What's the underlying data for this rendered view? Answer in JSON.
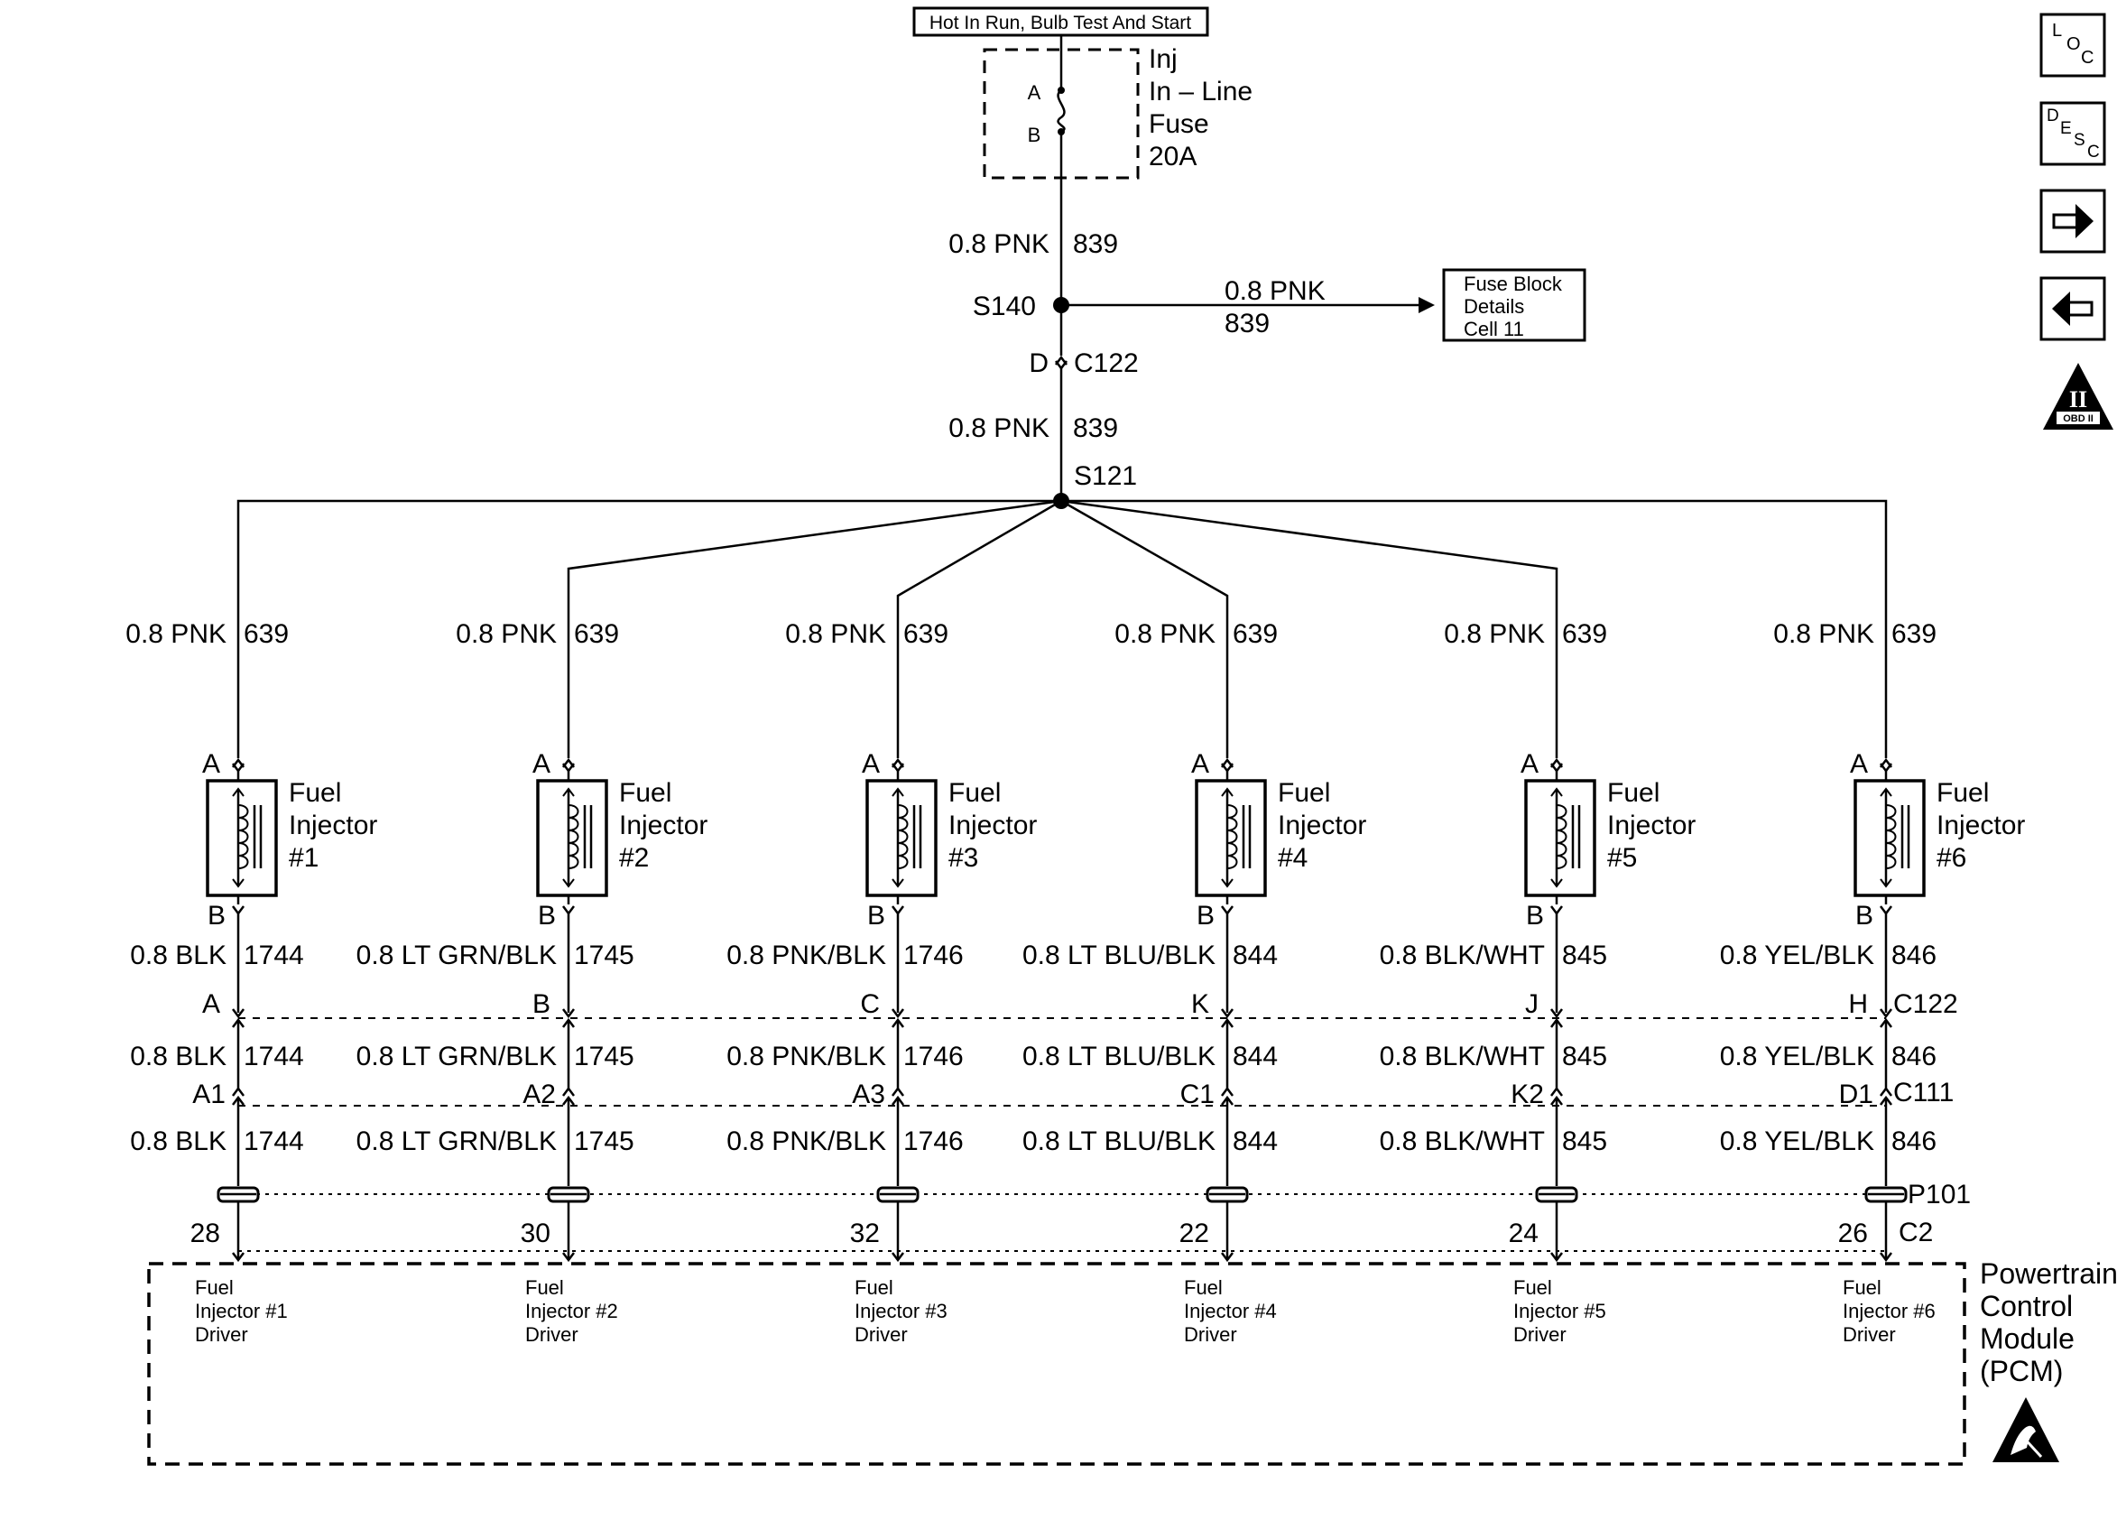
{
  "power_source": "Hot In Run, Bulb Test And Start",
  "fuse": {
    "pins": [
      "A",
      "B"
    ],
    "lines": [
      "Inj",
      "In – Line",
      "Fuse",
      "20A"
    ]
  },
  "trunk": {
    "wire_top": {
      "gauge_color": "0.8 PNK",
      "circuit": "839"
    },
    "splice_s140": "S140",
    "branch": {
      "gauge_color": "0.8 PNK",
      "circuit": "839",
      "dest_lines": [
        "Fuse Block",
        "Details",
        "Cell 11"
      ]
    },
    "c122_pin": "D",
    "c122_name": "C122",
    "wire_mid": {
      "gauge_color": "0.8 PNK",
      "circuit": "839"
    },
    "splice_s121": "S121"
  },
  "injectors": [
    {
      "name_lines": [
        "Fuel",
        "Injector",
        "#1"
      ],
      "feed": "0.8 PNK",
      "feed_circuit": "639",
      "pin_a": "A",
      "pin_b": "B",
      "wire": "0.8 BLK",
      "circuit": "1744",
      "c122_pin": "A",
      "c111_pin": "A1",
      "pcm_pin": "28",
      "driver_lines": [
        "Fuel",
        "Injector #1",
        "Driver"
      ]
    },
    {
      "name_lines": [
        "Fuel",
        "Injector",
        "#2"
      ],
      "feed": "0.8 PNK",
      "feed_circuit": "639",
      "pin_a": "A",
      "pin_b": "B",
      "wire": "0.8 LT GRN/BLK",
      "circuit": "1745",
      "c122_pin": "B",
      "c111_pin": "A2",
      "pcm_pin": "30",
      "driver_lines": [
        "Fuel",
        "Injector #2",
        "Driver"
      ]
    },
    {
      "name_lines": [
        "Fuel",
        "Injector",
        "#3"
      ],
      "feed": "0.8 PNK",
      "feed_circuit": "639",
      "pin_a": "A",
      "pin_b": "B",
      "wire": "0.8 PNK/BLK",
      "circuit": "1746",
      "c122_pin": "C",
      "c111_pin": "A3",
      "pcm_pin": "32",
      "driver_lines": [
        "Fuel",
        "Injector #3",
        "Driver"
      ]
    },
    {
      "name_lines": [
        "Fuel",
        "Injector",
        "#4"
      ],
      "feed": "0.8 PNK",
      "feed_circuit": "639",
      "pin_a": "A",
      "pin_b": "B",
      "wire": "0.8 LT BLU/BLK",
      "circuit": "844",
      "c122_pin": "K",
      "c111_pin": "C1",
      "pcm_pin": "22",
      "driver_lines": [
        "Fuel",
        "Injector #4",
        "Driver"
      ]
    },
    {
      "name_lines": [
        "Fuel",
        "Injector",
        "#5"
      ],
      "feed": "0.8 PNK",
      "feed_circuit": "639",
      "pin_a": "A",
      "pin_b": "B",
      "wire": "0.8 BLK/WHT",
      "circuit": "845",
      "c122_pin": "J",
      "c111_pin": "K2",
      "pcm_pin": "24",
      "driver_lines": [
        "Fuel",
        "Injector #5",
        "Driver"
      ]
    },
    {
      "name_lines": [
        "Fuel",
        "Injector",
        "#6"
      ],
      "feed": "0.8 PNK",
      "feed_circuit": "639",
      "pin_a": "A",
      "pin_b": "B",
      "wire": "0.8 YEL/BLK",
      "circuit": "846",
      "c122_pin": "H",
      "c111_pin": "D1",
      "pcm_pin": "26",
      "driver_lines": [
        "Fuel",
        "Injector #6",
        "Driver"
      ]
    }
  ],
  "connectors": {
    "c122": "C122",
    "c111": "C111",
    "p101": "P101",
    "c2": "C2"
  },
  "pcm": {
    "lines": [
      "Powertrain",
      "Control",
      "Module",
      "(PCM)"
    ]
  },
  "nav": {
    "loc": {
      "parts": [
        "L",
        "O",
        "C"
      ]
    },
    "desc": {
      "parts": [
        "D",
        "E",
        "S",
        "C"
      ]
    },
    "next_icon": "arrow-right-icon",
    "prev_icon": "arrow-left-icon",
    "obd": {
      "numeral": "II",
      "label": "OBD II"
    }
  }
}
